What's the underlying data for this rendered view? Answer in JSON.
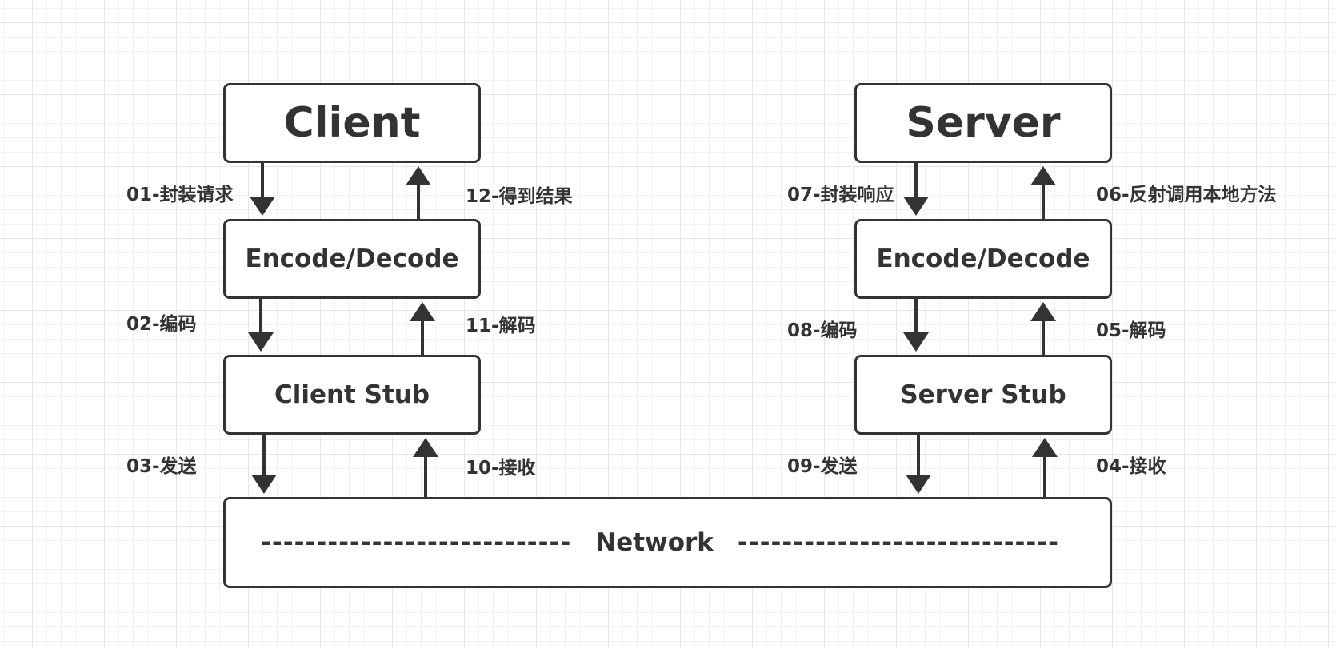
{
  "client": {
    "title": "Client",
    "codec": "Encode/Decode",
    "stub": "Client Stub"
  },
  "server": {
    "title": "Server",
    "codec": "Encode/Decode",
    "stub": "Server Stub"
  },
  "network": {
    "label": "Network",
    "left_dashes": "----------------------------",
    "right_dashes": "-----------------------------"
  },
  "steps": {
    "s01": "01-封装请求",
    "s02": "02-编码",
    "s03": "03-发送",
    "s04": "04-接收",
    "s05": "05-解码",
    "s06": "06-反射调用本地方法",
    "s07": "07-封装响应",
    "s08": "08-编码",
    "s09": "09-发送",
    "s10": "10-接收",
    "s11": "11-解码",
    "s12": "12-得到结果"
  },
  "colors": {
    "stroke": "#333333",
    "grid": "#e6e6e6"
  }
}
